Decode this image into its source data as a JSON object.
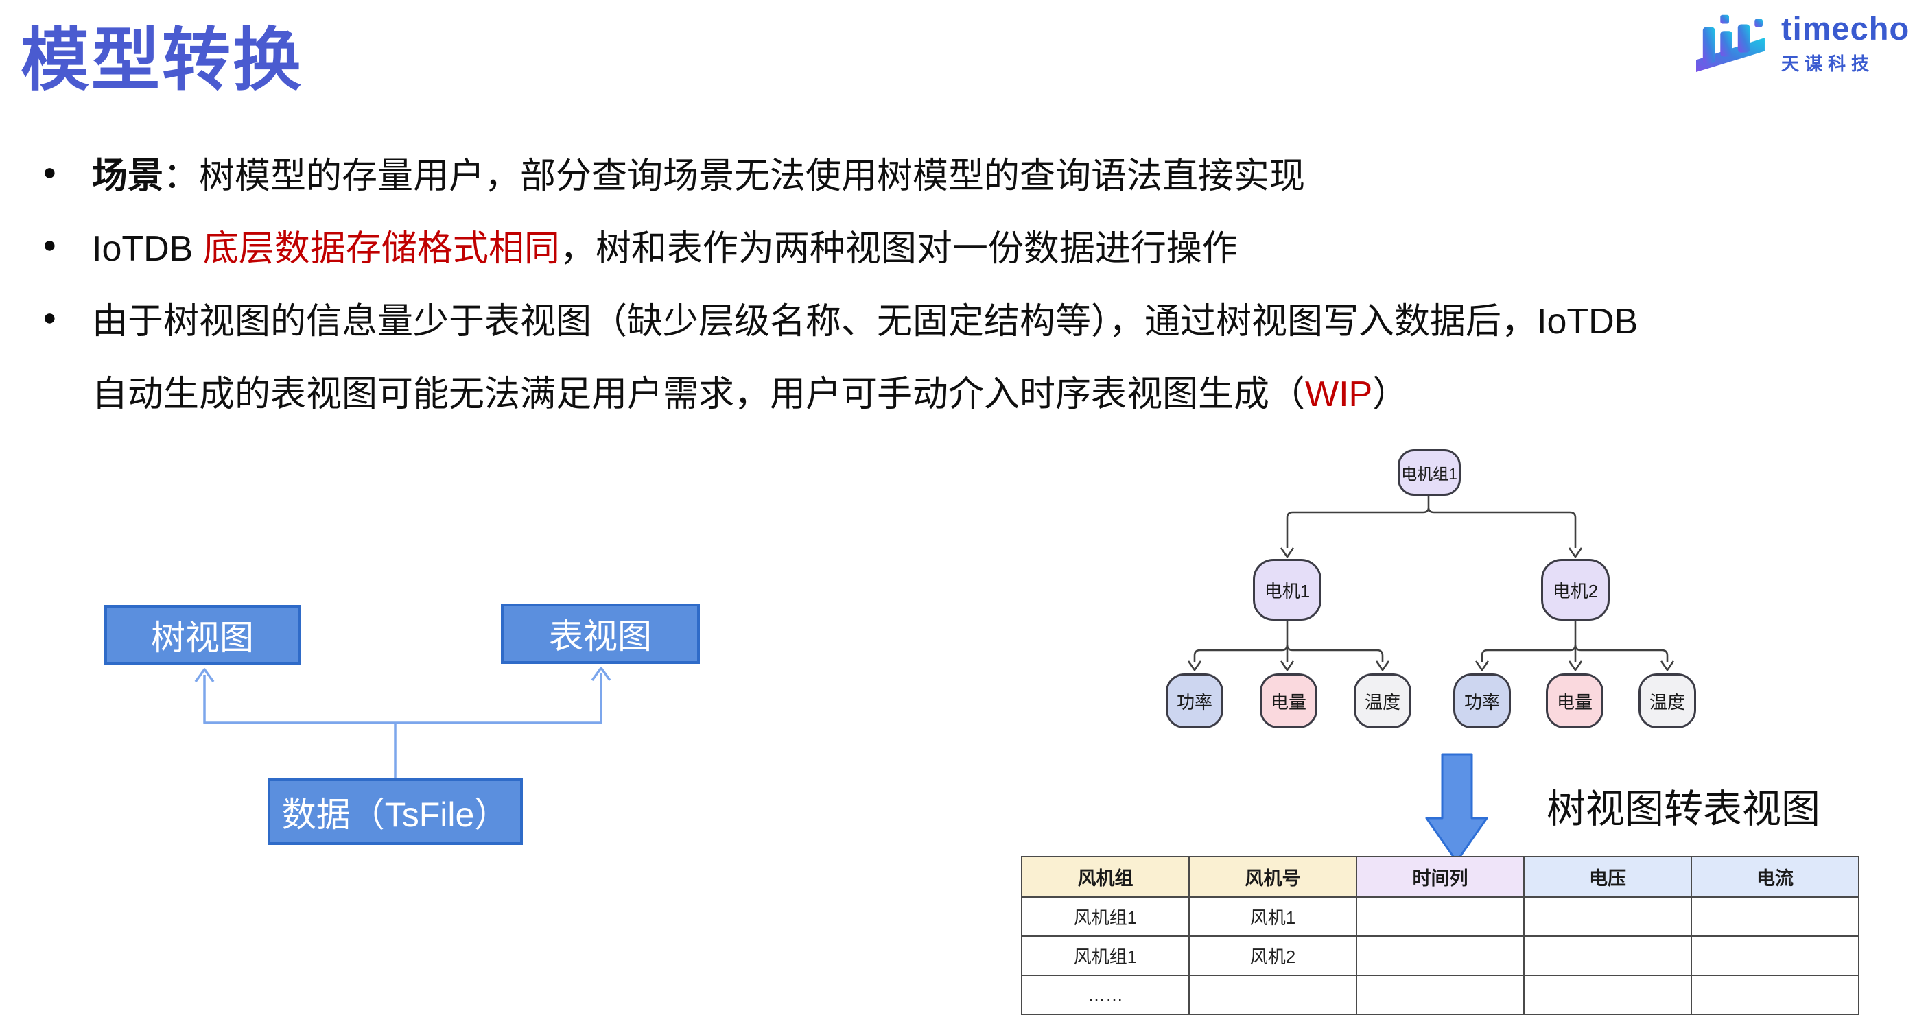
{
  "title": {
    "text": "模型转换"
  },
  "logo": {
    "brand": "timecho",
    "company": "天谋科技"
  },
  "bullets": {
    "marker": "●",
    "b1": {
      "lead": "场景",
      "rest": "：树模型的存量用户，部分查询场景无法使用树模型的查询语法直接实现"
    },
    "b2": {
      "pre": "IoTDB ",
      "red": "底层数据存储格式相同",
      "post": "，树和表作为两种视图对一份数据进行操作"
    },
    "b3": {
      "line1": "由于树视图的信息量少于表视图（缺少层级名称、无固定结构等），通过树视图写入数据后，IoTDB",
      "line2_pre": "自动生成的表视图可能无法满足用户需求，用户可手动介入时序表视图生成（",
      "red": "WIP",
      "post": "）"
    }
  },
  "left_diagram": {
    "tree_view": "树视图",
    "table_view": "表视图",
    "data_box": "数据（TsFile）"
  },
  "tree": {
    "root": {
      "label": "电机组1"
    },
    "children": [
      {
        "label": "电机1"
      },
      {
        "label": "电机2"
      }
    ],
    "leaves": [
      {
        "label": "功率"
      },
      {
        "label": "电量"
      },
      {
        "label": "温度"
      },
      {
        "label": "功率"
      },
      {
        "label": "电量"
      },
      {
        "label": "温度"
      }
    ]
  },
  "conversion": {
    "arrow_label": "树视图转表视图"
  },
  "table": {
    "headers": [
      {
        "label": "风机组"
      },
      {
        "label": "风机号"
      },
      {
        "label": "时间列"
      },
      {
        "label": "电压"
      },
      {
        "label": "电流"
      }
    ],
    "rows": [
      [
        "风机组1",
        "风机1",
        "",
        "",
        ""
      ],
      [
        "风机组1",
        "风机2",
        "",
        "",
        ""
      ],
      [
        "……",
        "",
        "",
        "",
        ""
      ]
    ]
  },
  "colors": {
    "title_blue": "#4A5BD0",
    "highlight_red": "#C00000",
    "box_fill": "#5B8FDE",
    "box_border": "#2F6BC8",
    "flow_connector": "#7CA6EC",
    "tree_line": "#3F3F3F",
    "node_lavender": "#E5DEF8",
    "node_blue": "#CDD6F0",
    "node_pink": "#FAD9DE",
    "node_gray": "#F1F1F3",
    "big_arrow_fill": "#5C92E6",
    "big_arrow_border": "#2E6FD6",
    "header_cream": "#FAF0D2",
    "header_purple": "#EFE4F9",
    "header_blue": "#DEE8FA"
  }
}
